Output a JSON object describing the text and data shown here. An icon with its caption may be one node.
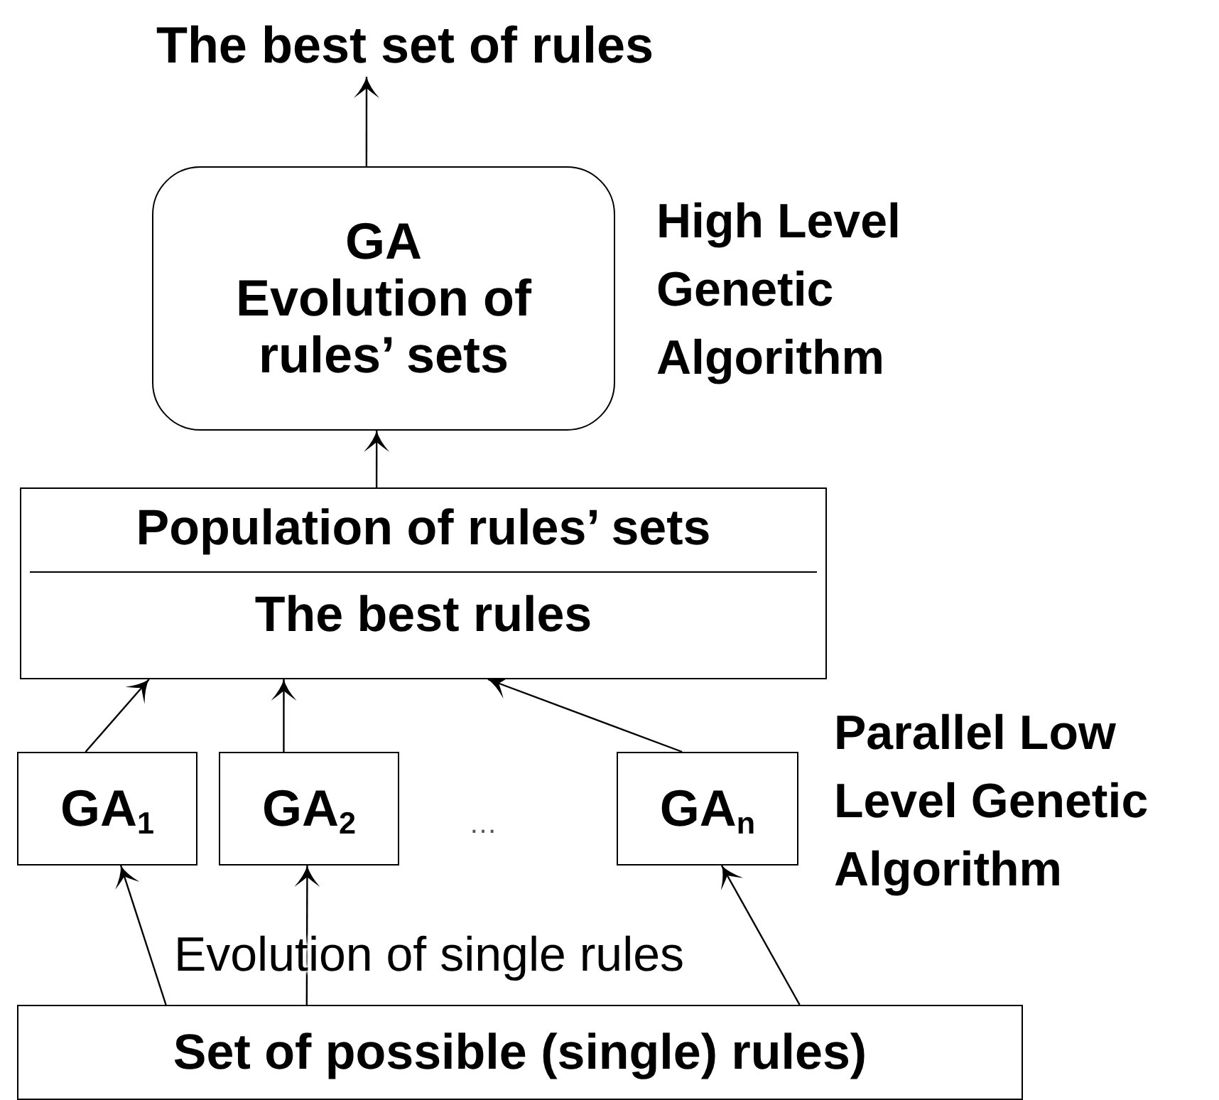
{
  "diagram": {
    "nodes": [
      {
        "text": [
          "The best set of rules"
        ]
      },
      {
        "text": [
          "GA",
          "Evolution of rules’ sets"
        ],
        "beside": [
          "High Level Genetic Algorithm"
        ]
      },
      {
        "text": [
          "Population of rules’ sets",
          "The best rules"
        ]
      },
      {
        "text": [
          "GA$_{1}$"
        ]
      },
      {
        "text": [
          "GA$_{2}$"
        ]
      },
      {
        "text": [
          "GA$_{n}$"
        ]
      },
      {
        "text": [
          "Set of possible (single) rules)"
        ]
      }
    ],
    "edges": [
      {
        "from": 1,
        "to": 0,
        "arrow": "to"
      },
      {
        "from": 2,
        "to": 1,
        "arrow": "to"
      },
      {
        "from": 3,
        "to": 2,
        "arrow": "to"
      },
      {
        "from": 4,
        "to": 2,
        "arrow": "to"
      },
      {
        "from": 5,
        "to": 2,
        "arrow": "to"
      },
      {
        "from": 6,
        "to": 3,
        "arrow": "to"
      },
      {
        "from": 6,
        "to": 4,
        "arrow": "to"
      },
      {
        "from": 6,
        "to": 5,
        "arrow": "to"
      }
    ],
    "labels": [
      "Parallel Low Level Genetic Algorithm",
      "…",
      "Evolution of single rules"
    ]
  }
}
